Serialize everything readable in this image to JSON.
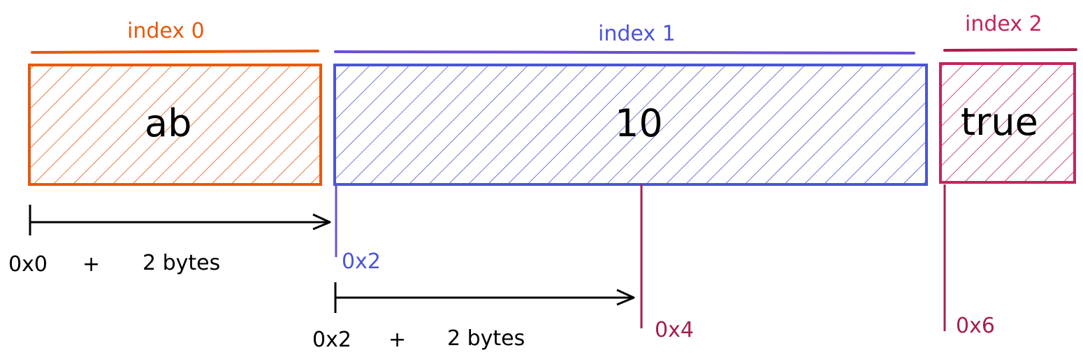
{
  "colors": {
    "block0": "#e8590c",
    "block1": "#4c55d6",
    "block2": "#c2255c",
    "marker1": "#6a4fd8",
    "marker2": "#a61e4d",
    "arrow": "#000000"
  },
  "blocks": [
    {
      "index_label": "index 0",
      "value": "ab"
    },
    {
      "index_label": "index 1",
      "value": "10"
    },
    {
      "index_label": "index 2",
      "value": "true"
    }
  ],
  "addresses": {
    "a2": "0x2",
    "a4": "0x4",
    "a6": "0x6"
  },
  "formulas": [
    {
      "base": "0x0",
      "plus": "+",
      "size": "2 bytes"
    },
    {
      "base": "0x2",
      "plus": "+",
      "size": "2 bytes"
    }
  ]
}
